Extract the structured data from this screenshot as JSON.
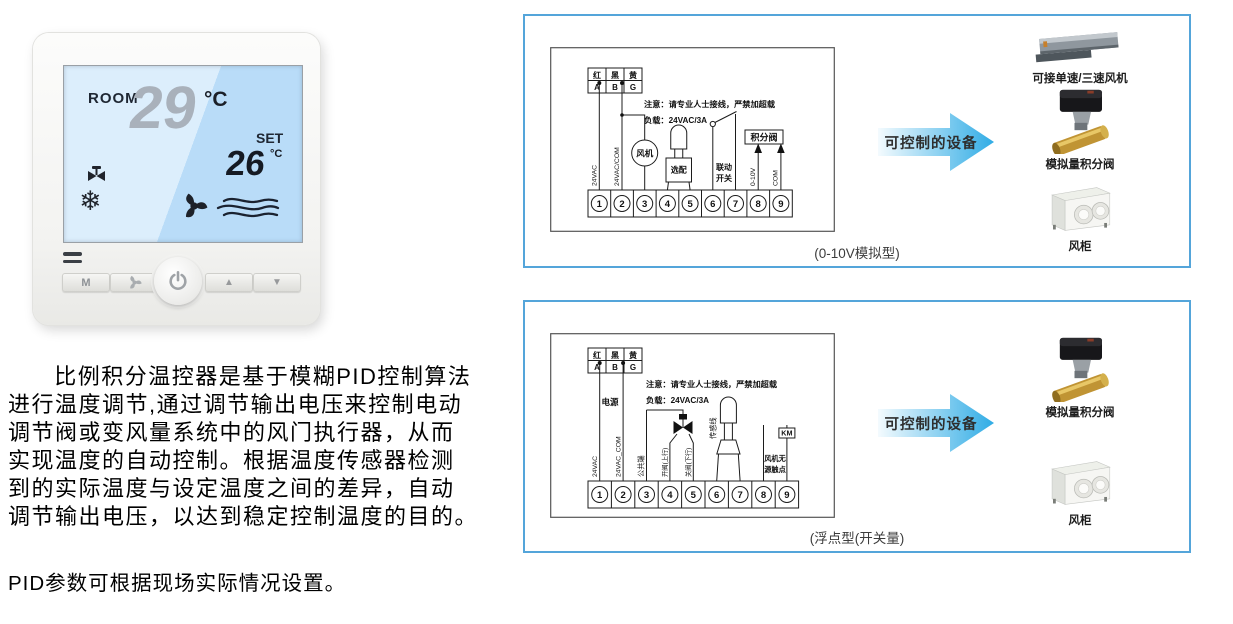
{
  "thermostat": {
    "room_label": "ROOM",
    "room_temp": "29",
    "room_unit": "°C",
    "set_label": "SET",
    "set_temp": "26",
    "set_unit": "°C",
    "button_mode_label": "M",
    "button_up_glyph": "▲",
    "button_down_glyph": "▼",
    "snowflake_glyph": "❄",
    "screen_icons": [
      "valve-icon",
      "snowflake-icon",
      "fan-icon",
      "waves-icon"
    ]
  },
  "left_column": {
    "description_lines": [
      "比例积分温控器是基于模糊PID控制算法",
      "进行温度调节,通过调节输出电压来控制电动",
      "调节阀或变风量系统中的风门执行器，从而",
      "实现温度的自动控制。根据温度传感器检测",
      "到的实际温度与设定温度之间的差异，自动",
      "调节输出电压，以达到稳定控制温度的目的。"
    ],
    "pid_note": "PID参数可根据现场实际情况设置。"
  },
  "panels": [
    {
      "caption": "(0-10V模拟型)",
      "arrow_label": "可控制的设备",
      "diagram": {
        "wire_colors": [
          "红",
          "黑",
          "黄"
        ],
        "wire_codes": [
          "A",
          "B",
          "G"
        ],
        "note_line1": "注意：请专业人士接线，严禁加超载",
        "note_line2": "负载：24VAC/3A",
        "terminals": [
          "1",
          "2",
          "3",
          "4",
          "5",
          "6",
          "7",
          "8",
          "9"
        ],
        "terminal1_label": "24VAC",
        "terminal2_label": "24VAC/COM",
        "fan_label": "风机",
        "optional_label": "选配",
        "linkage_line1": "联动",
        "linkage_line2": "开关",
        "analog_out_label": "0-10V",
        "com_label": "COM",
        "valve_box_label": "积分阀"
      },
      "devices": [
        {
          "label": "可接单速/三速风机"
        },
        {
          "label": "模拟量积分阀"
        },
        {
          "label": "风柜"
        }
      ]
    },
    {
      "caption": "(浮点型(开关量)",
      "arrow_label": "可控制的设备",
      "diagram": {
        "wire_colors": [
          "红",
          "黑",
          "黄"
        ],
        "wire_codes": [
          "A",
          "B",
          "G"
        ],
        "note_line1": "注意：请专业人士接线，严禁加超载",
        "note_line2": "负载：24VAC/3A",
        "terminals": [
          "1",
          "2",
          "3",
          "4",
          "5",
          "6",
          "7",
          "8",
          "9"
        ],
        "power_label": "电源",
        "terminal1_label": "24VAC",
        "terminal2_label": "24VAC_COM",
        "terminal3_label": "公共端",
        "terminal4_label": "开阀(上行)",
        "terminal5_label": "关阀(下行)",
        "sensor_label": "传感线",
        "fan_contact_line1": "风机无",
        "fan_contact_line2": "源触点",
        "km_label": "KM"
      },
      "devices": [
        {
          "label": "模拟量积分阀"
        },
        {
          "label": "风柜"
        }
      ]
    }
  ],
  "colors": {
    "panel_border": "#54a5da",
    "arrow_blue": "#30ace5",
    "lcd_light": "#dceefc",
    "lcd_shade": "#b9dcf8"
  }
}
